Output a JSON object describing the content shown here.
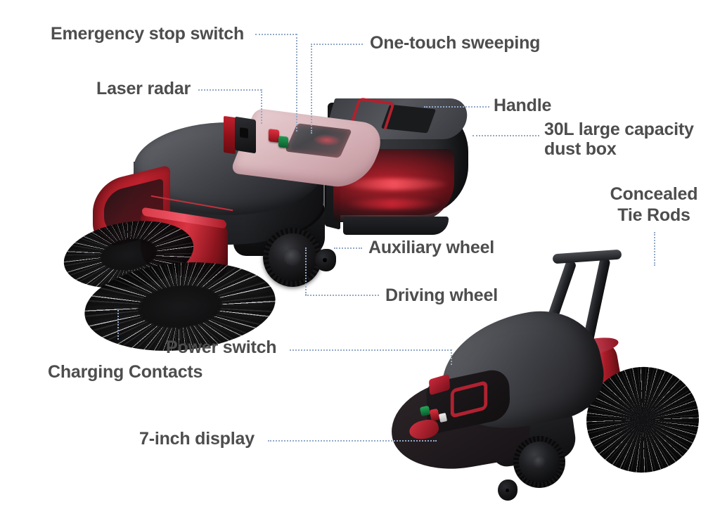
{
  "diagram": {
    "title": "Ride-on / Walk-behind Floor Sweeper Feature Callout Diagram",
    "background_color": "#ffffff",
    "label_color": "#4d4d4d",
    "leader_line_color": "#93a9c7",
    "accent_colors": {
      "red": "#c2232f",
      "deck_pink": "#dcbcc0",
      "body_dark": "#2a2b2f",
      "button_green": "#1f9b52"
    }
  },
  "callouts": [
    {
      "id": "emergency-stop-switch",
      "label": "Emergency stop switch"
    },
    {
      "id": "one-touch-sweeping",
      "label": "One-touch sweeping"
    },
    {
      "id": "laser-radar",
      "label": "Laser radar"
    },
    {
      "id": "handle",
      "label": "Handle"
    },
    {
      "id": "dust-box",
      "label_line1": "30L large capacity",
      "label_line2": "dust box"
    },
    {
      "id": "concealed-tie-rods",
      "label_line1": "Concealed",
      "label_line2": "Tie Rods"
    },
    {
      "id": "auxiliary-wheel",
      "label": "Auxiliary wheel"
    },
    {
      "id": "driving-wheel",
      "label": "Driving wheel"
    },
    {
      "id": "power-switch",
      "label": "Power switch"
    },
    {
      "id": "charging-contacts",
      "label": "Charging Contacts"
    },
    {
      "id": "seven-inch-display",
      "label": "7-inch display"
    }
  ],
  "products": {
    "main": {
      "name": "robotic floor sweeper with open dust box"
    },
    "alt": {
      "name": "walk-behind sweeper with concealed tie rod handle"
    }
  }
}
